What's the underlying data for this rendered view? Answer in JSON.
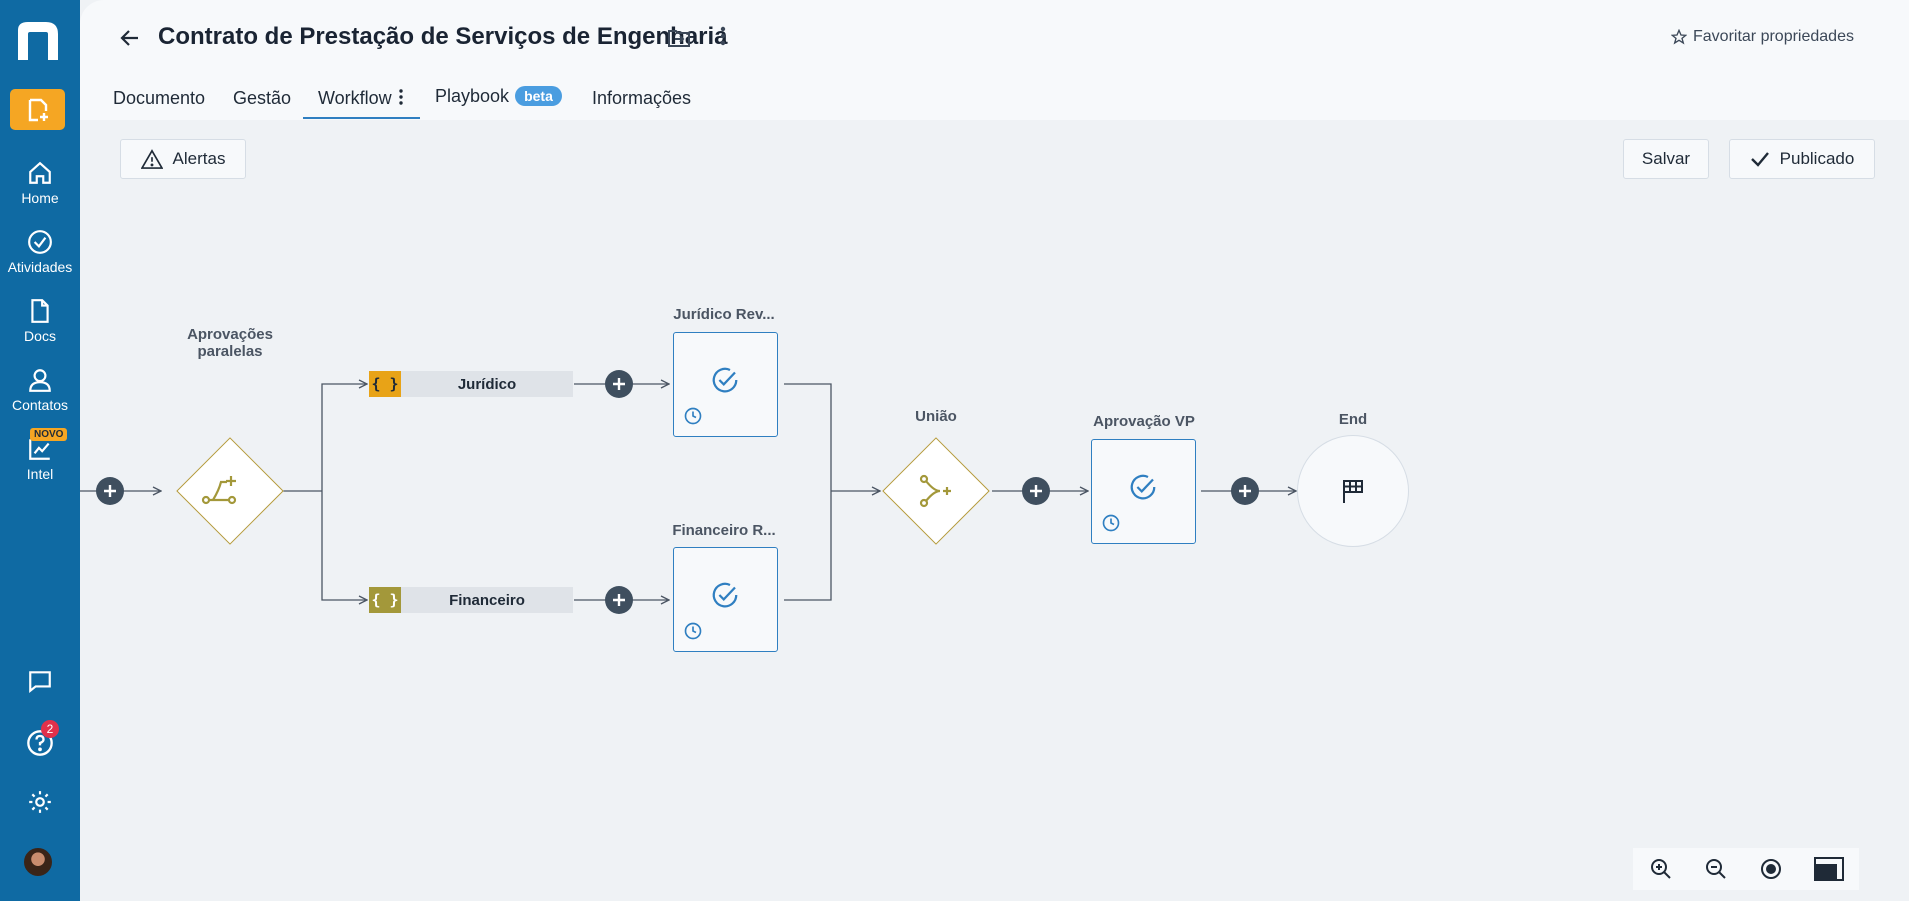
{
  "sidebar": {
    "items": [
      {
        "label": "Home",
        "icon": "home-icon"
      },
      {
        "label": "Atividades",
        "icon": "check-circle-icon"
      },
      {
        "label": "Docs",
        "icon": "document-icon"
      },
      {
        "label": "Contatos",
        "icon": "user-icon"
      },
      {
        "label": "Intel",
        "icon": "chart-icon"
      }
    ],
    "intel_badge": "NOVO",
    "help_badge_count": "2"
  },
  "header": {
    "title": "Contrato de Prestação de Serviços de Engenharia",
    "favorite_label": "Favoritar propriedades"
  },
  "tabs": [
    {
      "label": "Documento"
    },
    {
      "label": "Gestão"
    },
    {
      "label": "Workflow",
      "active": true
    },
    {
      "label": "Playbook",
      "badge": "beta"
    },
    {
      "label": "Informações"
    }
  ],
  "toolbar": {
    "alerts_label": "Alertas",
    "save_label": "Salvar",
    "published_label": "Publicado"
  },
  "workflow": {
    "parallel_label_line1": "Aprovações",
    "parallel_label_line2": "paralelas",
    "branch1_condition": "Jurídico",
    "branch2_condition": "Financeiro",
    "branch1_task": "Jurídico Rev...",
    "branch2_task": "Financeiro R...",
    "join_label": "União",
    "vp_task": "Aprovação VP",
    "end_label": "End"
  },
  "colors": {
    "sidebar": "#0f6aa3",
    "accent_orange": "#f5a623",
    "task_border": "#2f7fc1",
    "gateway_border": "#b49a3a",
    "condition1_icon": "#e8a317",
    "condition2_icon": "#a3983a"
  }
}
